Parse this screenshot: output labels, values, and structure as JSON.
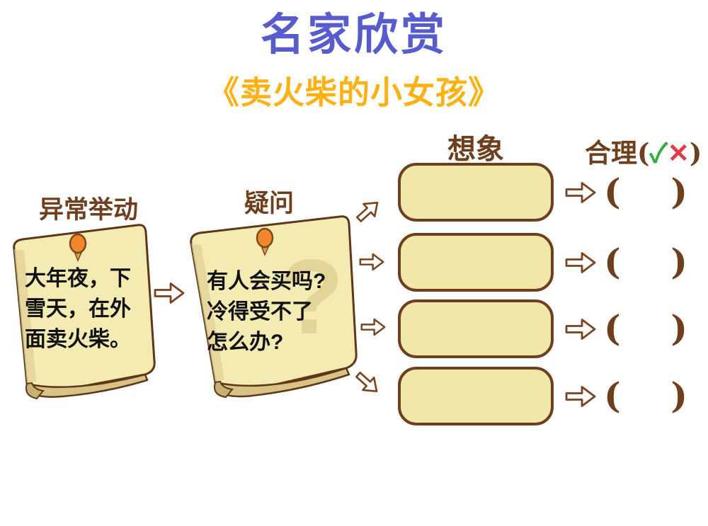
{
  "slide": {
    "title": "名家欣赏",
    "subtitle": "《卖火柴的小女孩》"
  },
  "headers": {
    "imagine": "想象",
    "reasonable_prefix": "合理(",
    "check": "✓",
    "cross": "✕",
    "reasonable_suffix": ")"
  },
  "notes": [
    {
      "label": "异常举动",
      "lines": [
        "大年夜，下",
        "雪天，在外",
        "面卖火柴。"
      ]
    },
    {
      "label": "疑问",
      "lines": [
        "有人会买吗?",
        "冷得受不了",
        "怎么办?"
      ],
      "watermark": "?"
    }
  ],
  "parens": {
    "open": "(",
    "close": ")"
  },
  "icons": {
    "pin": "pushpin",
    "arrow": "hollow-right-arrow",
    "check": "green-check",
    "cross": "red-cross"
  },
  "colors": {
    "title": "#575BCB",
    "subtitle": "#FFB113",
    "brown_text": "#6F3E1C",
    "box_fill": "#F0E7A8",
    "box_border": "#6F3F1D",
    "note_fill": "#F4EBB2",
    "note_shade": "#D8C285",
    "pin_orange": "#F0882B",
    "check_green": "#2EAE3C",
    "cross_red": "#E23A44",
    "note_text": "#101010",
    "background": "#FFFFFF"
  }
}
